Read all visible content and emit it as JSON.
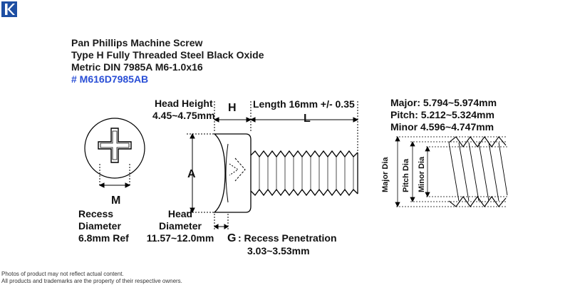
{
  "brand": {
    "logo_icon": "k-logo-icon",
    "color": "#1e4fa3"
  },
  "title": {
    "line1": "Pan Phillips Machine Screw",
    "line2": "Type H Fully Threaded Steel Black Oxide",
    "line3": "Metric DIN 7985A M6-1.0x16",
    "part_number": "# M616D7985AB",
    "part_color": "#2a4fd6"
  },
  "dimensions": {
    "head_height_label": "Head Height",
    "head_height_value": "4.45~4.75mm",
    "h_letter": "H",
    "length_label": "Length 16mm +/- 0.35",
    "l_letter": "L",
    "a_letter": "A",
    "m_letter": "M",
    "g_letter": "G",
    "recess_label_1": "Recess",
    "recess_label_2": "Diameter",
    "recess_value": "6.8mm Ref",
    "head_diam_label_1": "Head",
    "head_diam_label_2": "Diameter",
    "head_diam_value": "11.57~12.0mm",
    "recess_pen_label": ": Recess Penetration",
    "recess_pen_value": "3.03~3.53mm"
  },
  "thread_specs": {
    "major": "Major: 5.794~5.974mm",
    "pitch": "Pitch:  5.212~5.324mm",
    "minor": "Minor  4.596~4.747mm",
    "major_dia_label": "Major Dia",
    "pitch_dia_label": "Pitch Dia",
    "minor_dia_label": "Minor Dia"
  },
  "footer": {
    "line1": "Photos of product may not reflect actual content.",
    "line2": "All products and trademarks are the property of their respective owners."
  }
}
